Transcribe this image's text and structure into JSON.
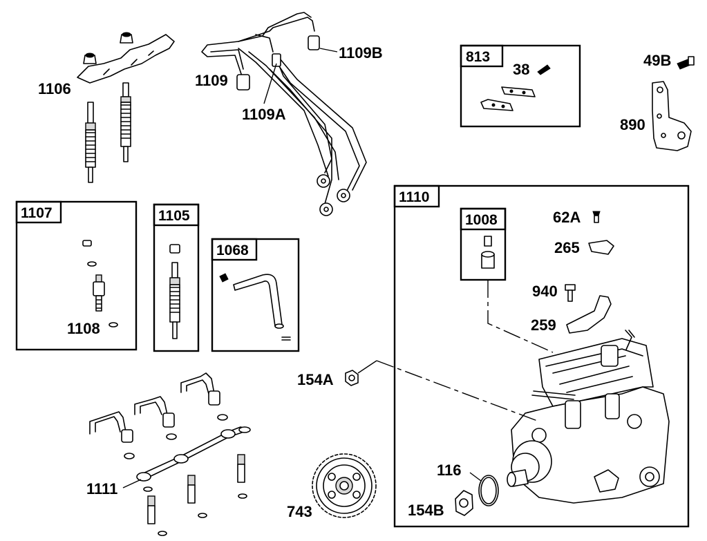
{
  "callouts": {
    "p1106": "1106",
    "p1109": "1109",
    "p1109A": "1109A",
    "p1109B": "1109B",
    "p813": "813",
    "p38": "38",
    "p49B": "49B",
    "p890": "890",
    "p1107": "1107",
    "p1108": "1108",
    "p1105": "1105",
    "p1068": "1068",
    "p1110": "1110",
    "p1008": "1008",
    "p62A": "62A",
    "p265": "265",
    "p940": "940",
    "p259": "259",
    "p154A": "154A",
    "p116": "116",
    "p154B": "154B",
    "p743": "743",
    "p1111": "1111"
  }
}
